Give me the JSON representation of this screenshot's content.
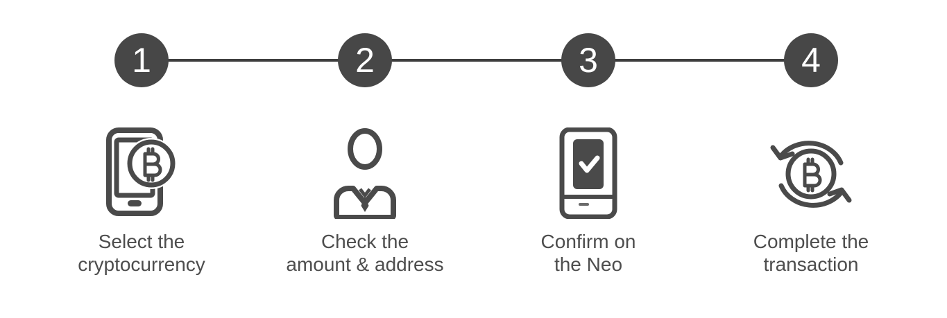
{
  "page": {
    "background": "#ffffff",
    "type": "process-stepper-infographic"
  },
  "colors": {
    "step_circle_fill": "#474747",
    "step_number_text": "#ffffff",
    "connector_line": "#3e3e3e",
    "icon_stroke": "#4a4a4a",
    "label_text": "#4d4d4d",
    "device_screen_fill": "#4a4a4a",
    "checkmark": "#ffffff"
  },
  "steps": [
    {
      "number": "1",
      "icon": "phone-bitcoin-icon",
      "label": "Select the\ncryptocurrency"
    },
    {
      "number": "2",
      "icon": "person-tie-icon",
      "label": "Check the\namount & address"
    },
    {
      "number": "3",
      "icon": "device-checkmark-icon",
      "label": "Confirm on\nthe Neo"
    },
    {
      "number": "4",
      "icon": "bitcoin-refresh-icon",
      "label": "Complete the\ntransaction"
    }
  ]
}
